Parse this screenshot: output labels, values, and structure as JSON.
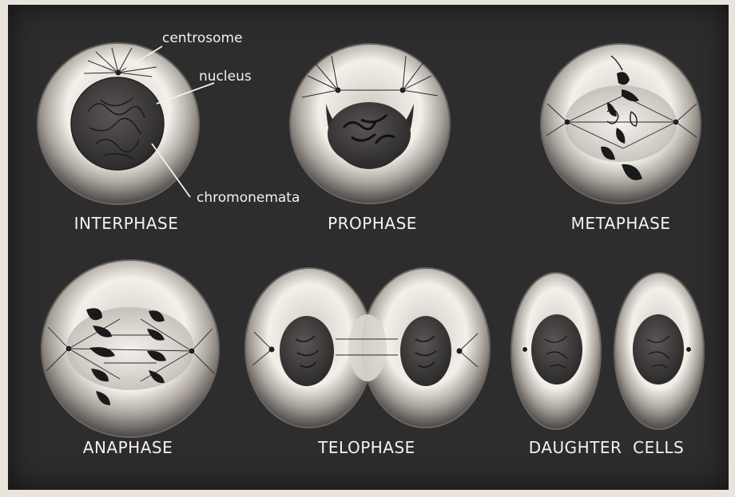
{
  "callouts": {
    "centrosome": "centrosome",
    "nucleus": "nucleus",
    "chromonemata": "chromonemata"
  },
  "stages": {
    "interphase": "INTERPHASE",
    "prophase": "PROPHASE",
    "metaphase": "METAPHASE",
    "anaphase": "ANAPHASE",
    "telophase": "TELOPHASE",
    "daughter_cells": "DAUGHTER  CELLS"
  },
  "colors": {
    "background": "#2e2d2d",
    "cell_light": "#f3f0ea",
    "cell_dark": "#3a3838",
    "nucleus": "#4a4746",
    "chromosome": "#1c1b1b",
    "label": "#f4f2ee"
  }
}
